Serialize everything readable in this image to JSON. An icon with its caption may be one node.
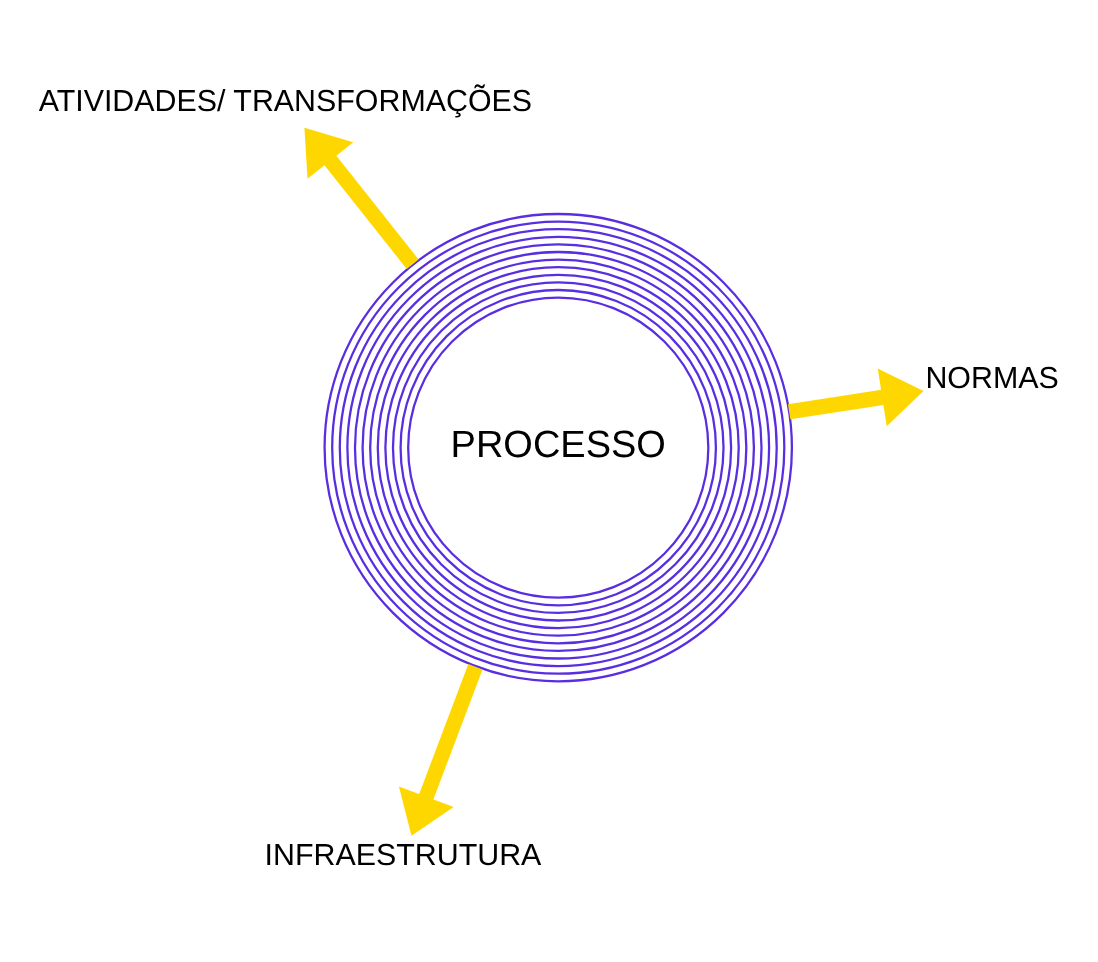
{
  "diagram": {
    "nodes": [
      {
        "text": [
          "PROCESSO"
        ]
      },
      {
        "text": [
          "NORMAS"
        ]
      },
      {
        "text": [
          "INFRAESTRUTURA"
        ]
      },
      {
        "text": [
          "ATIVIDADES/ TRANSFORMAÇÕES"
        ]
      }
    ],
    "edges": [
      {
        "from": 0,
        "to": 1,
        "arrow": "to"
      },
      {
        "from": 0,
        "to": 2,
        "arrow": "to"
      },
      {
        "from": 0,
        "to": 3,
        "arrow": "to"
      }
    ]
  }
}
